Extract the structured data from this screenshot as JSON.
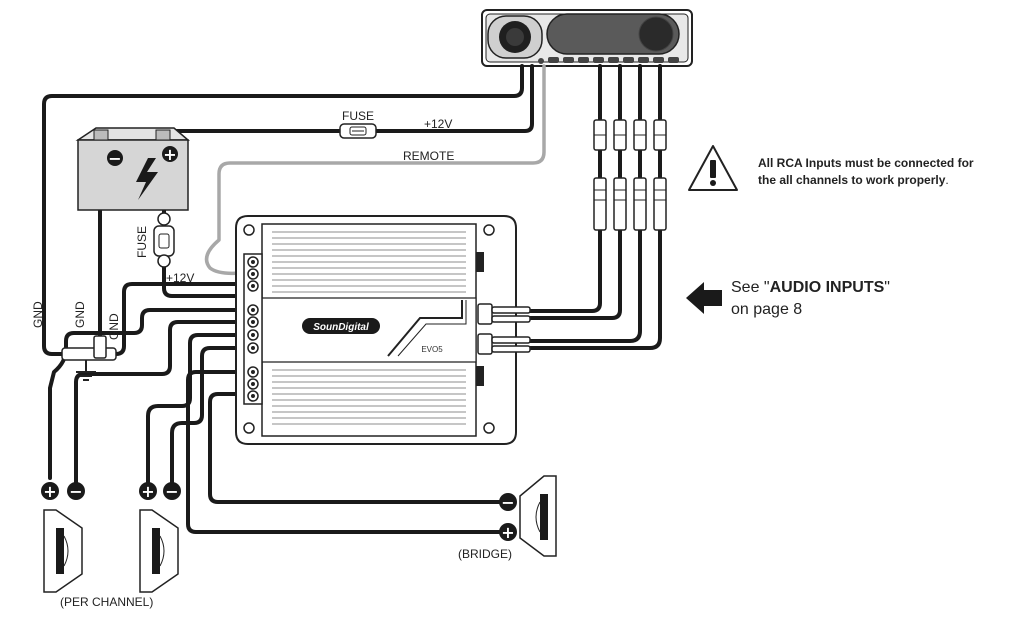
{
  "labels": {
    "fuse_top": "FUSE",
    "plus12_top": "+12V",
    "remote": "REMOTE",
    "fuse_side": "FUSE",
    "plus12_amp": "+12V",
    "gnd_1": "GND",
    "gnd_2": "GND",
    "gnd_3": "GND",
    "per_channel": "(PER CHANNEL)",
    "bridge": "(BRIDGE)"
  },
  "warning": {
    "line1": "All RCA Inputs must be connected for",
    "line2": "the all channels to work properly",
    "period": "."
  },
  "reference": {
    "see": "See \"",
    "title": "AUDIO INPUTS",
    "close_quote": "\"",
    "page": "on page 8"
  },
  "amplifier": {
    "brand": "SounDigital",
    "model": "EVO5"
  },
  "battery": {
    "negative": "−",
    "positive": "+"
  },
  "polarity": {
    "plus": "+",
    "minus": "−"
  },
  "colors": {
    "wire": "#1a1a1a",
    "remote_wire": "#a8a8a8",
    "panel_gray": "#d0d0d0"
  }
}
